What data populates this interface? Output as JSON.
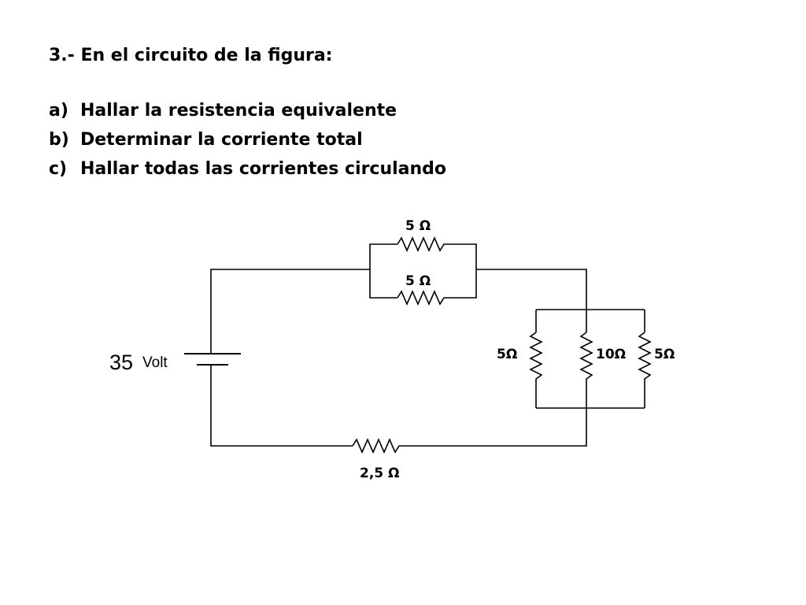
{
  "problem": {
    "title": "3.- En el circuito de la figura:",
    "items": [
      {
        "marker": "a)",
        "text": "Hallar la resistencia equivalente"
      },
      {
        "marker": "b)",
        "text": "Determinar la corriente total"
      },
      {
        "marker": "c)",
        "text": "Hallar todas las corrientes circulando"
      }
    ]
  },
  "circuit": {
    "source": {
      "value": "35",
      "unit": "Volt"
    },
    "resistors": {
      "top_upper": "5 Ω",
      "top_lower": "5 Ω",
      "right_left": "5Ω",
      "right_middle": "10Ω",
      "right_right": "5Ω",
      "bottom": "2,5 Ω"
    }
  }
}
